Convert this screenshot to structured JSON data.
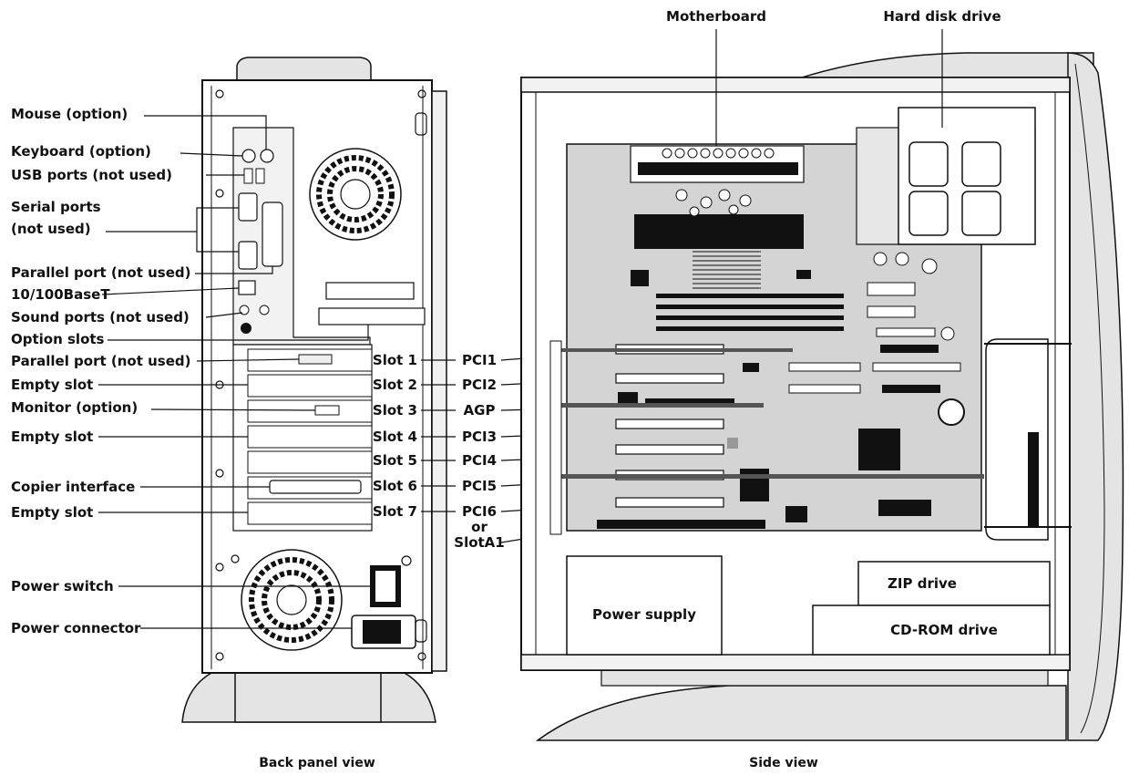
{
  "back_panel": {
    "caption": "Back panel view",
    "labels": {
      "mouse": "Mouse (option)",
      "keyboard": "Keyboard (option)",
      "usb": "USB ports (not used)",
      "serial_1": "Serial ports",
      "serial_2": "(not used)",
      "parallel_top": "Parallel port (not used)",
      "ethernet": "10/100BaseT",
      "sound": "Sound ports (not used)",
      "option_slots": "Option slots",
      "parallel_card": "Parallel port (not used)",
      "empty_slot_a": "Empty slot",
      "monitor": "Monitor (option)",
      "empty_slot_b": "Empty slot",
      "copier": "Copier interface",
      "empty_slot_c": "Empty slot",
      "power_switch": "Power switch",
      "power_connector": "Power connector"
    }
  },
  "slots": [
    {
      "slot": "Slot 1",
      "bus": "PCI1"
    },
    {
      "slot": "Slot 2",
      "bus": "PCI2"
    },
    {
      "slot": "Slot 3",
      "bus": "AGP"
    },
    {
      "slot": "Slot 4",
      "bus": "PCI3"
    },
    {
      "slot": "Slot 5",
      "bus": "PCI4"
    },
    {
      "slot": "Slot 6",
      "bus": "PCI5"
    },
    {
      "slot": "Slot 7",
      "bus": "PCI6"
    }
  ],
  "slot7_extra": [
    "or",
    "SlotA1"
  ],
  "side_view": {
    "caption": "Side view",
    "motherboard": "Motherboard",
    "hard_disk": "Hard disk drive",
    "zip": "ZIP drive",
    "cdrom": "CD-ROM drive",
    "power_supply": "Power supply"
  }
}
